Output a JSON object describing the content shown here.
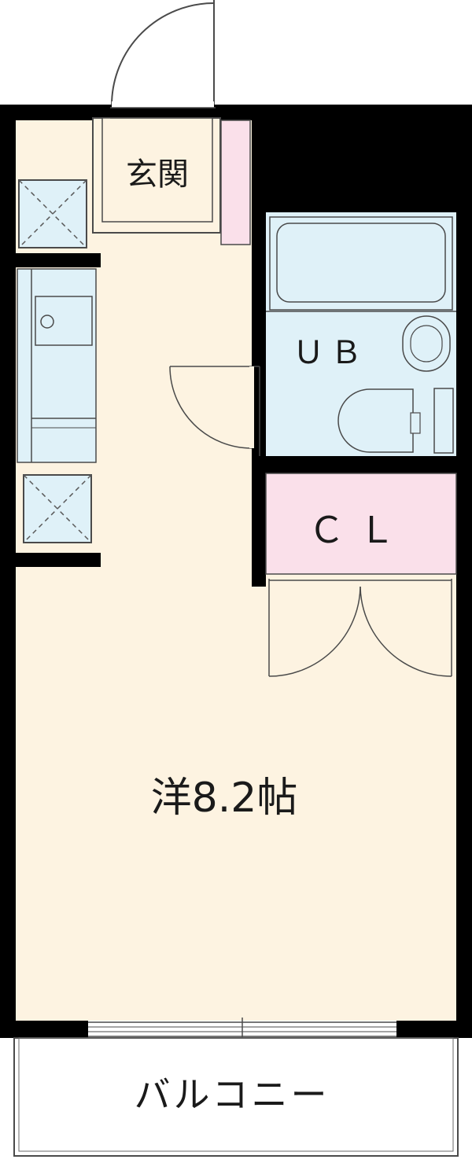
{
  "floor_plan": {
    "rooms": {
      "entrance": {
        "label": "玄関"
      },
      "unit_bath": {
        "label": "ＵＢ"
      },
      "closet": {
        "label": "ＣＬ"
      },
      "western_room": {
        "label": "洋8.2帖"
      },
      "balcony": {
        "label": "バルコニー"
      }
    },
    "colors": {
      "floor": "#fdf3e1",
      "wet_area": "#dff1f8",
      "closet": "#fae0ea",
      "wall": "#000000",
      "line": "#4a4a4a"
    }
  }
}
